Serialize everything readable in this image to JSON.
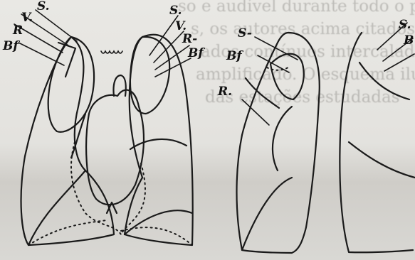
{
  "background_text": {
    "lines": [
      "so e audível durante todo o pequeno período",
      "s, os autores acima citados concluíram",
      "ados contínuos intercalados de ruído",
      "amplificado. O esquema ilustra a dis",
      "das estações estudadas"
    ]
  },
  "labels": {
    "left_S": "S.",
    "left_V": "V.",
    "left_R": "R",
    "left_Bf": "Bf",
    "right_S": "S.",
    "right_V": "V.",
    "right_R": "R-",
    "right_Bf": "Bf",
    "mid_S": "S-",
    "mid_Bf": "Bf",
    "mid_R": "R.",
    "far_S": "S.",
    "far_B": "B"
  }
}
